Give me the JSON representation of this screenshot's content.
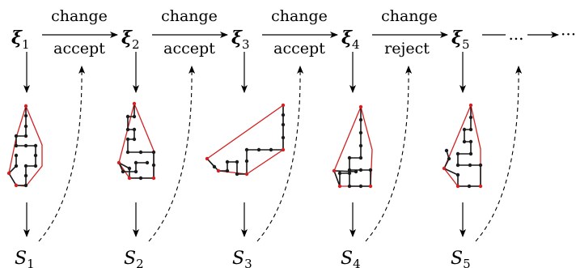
{
  "states": [
    {
      "symbol": "ξ",
      "index": "1",
      "stat": "S",
      "stat_index": "1"
    },
    {
      "symbol": "ξ",
      "index": "2",
      "stat": "S",
      "stat_index": "2"
    },
    {
      "symbol": "ξ",
      "index": "3",
      "stat": "S",
      "stat_index": "3"
    },
    {
      "symbol": "ξ",
      "index": "4",
      "stat": "S",
      "stat_index": "4"
    },
    {
      "symbol": "ξ",
      "index": "5",
      "stat": "S",
      "stat_index": "5"
    }
  ],
  "transitions": [
    {
      "action": "change",
      "result": "accept"
    },
    {
      "action": "change",
      "result": "accept"
    },
    {
      "action": "change",
      "result": "accept"
    },
    {
      "action": "change",
      "result": "reject"
    }
  ],
  "continuation": {
    "dots_arrow": "...",
    "dots_end": "···"
  },
  "colors": {
    "ink": "#000000",
    "hull": "#d42020",
    "node": "#1a1a1a"
  }
}
